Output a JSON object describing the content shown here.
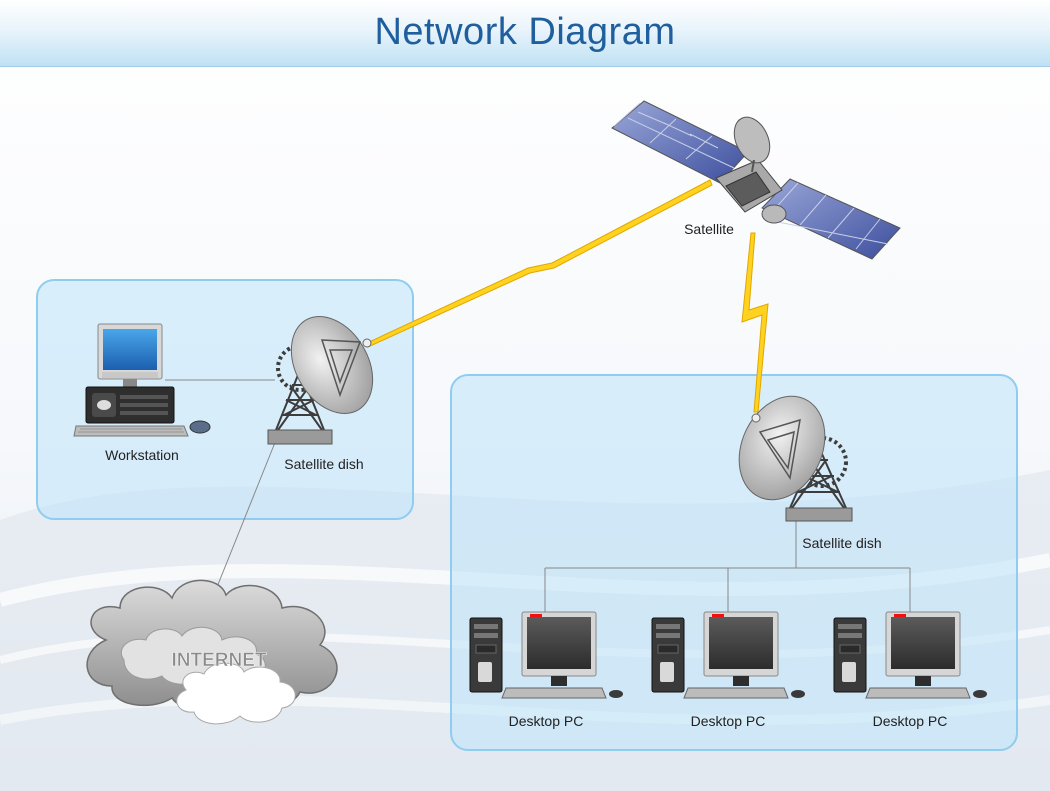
{
  "title": "Network Diagram",
  "nodes": {
    "workstation": "Workstation",
    "satellite_dish_left": "Satellite dish",
    "satellite": "Satellite",
    "satellite_dish_right": "Satellite dish",
    "internet": "INTERNET",
    "desktop_pcs": [
      "Desktop PC",
      "Desktop PC",
      "Desktop PC"
    ]
  }
}
